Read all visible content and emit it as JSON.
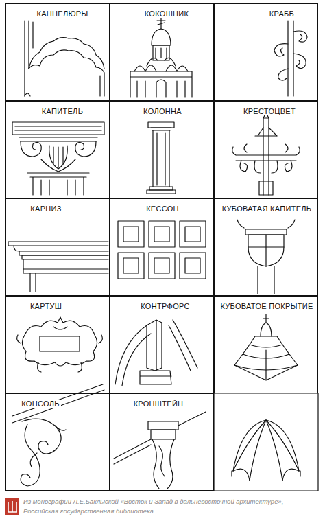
{
  "diagram": {
    "nodes": [
      {
        "text": [
          "КАННЕЛЮРЫ"
        ]
      },
      {
        "text": [
          "КОКОШНИК"
        ]
      },
      {
        "text": [
          "КРАББ"
        ]
      },
      {
        "text": [
          "КАПИТЕЛЬ"
        ]
      },
      {
        "text": [
          "КОЛОННА"
        ]
      },
      {
        "text": [
          "КРЕСТОЦВЕТ"
        ]
      },
      {
        "text": [
          "КАРНИЗ"
        ]
      },
      {
        "text": [
          "КЕССОН"
        ]
      },
      {
        "text": [
          "КУБОВАТАЯ КАПИТЕЛЬ"
        ]
      },
      {
        "text": [
          "КАРТУШ"
        ]
      },
      {
        "text": [
          "КОНТРФОРС"
        ]
      },
      {
        "text": [
          "КУБОВАТОЕ ПОКРЫТИЕ"
        ]
      },
      {
        "text": [
          "КОНСОЛЬ"
        ]
      },
      {
        "text": [
          "КРОНШТЕЙН"
        ]
      }
    ],
    "labels": [
      "Из монографии Л.Е.Баклыской «Восток и Запад в дальневосточной архитектуре», Российская государственная библиотека"
    ]
  }
}
